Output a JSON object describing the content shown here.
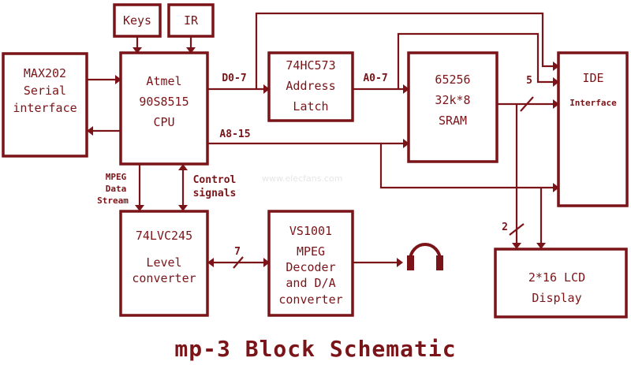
{
  "title": "mp-3 Block Schematic",
  "watermark": "www.elecfans.com",
  "blocks": {
    "keys": "Keys",
    "ir": "IR",
    "max202": [
      "MAX202",
      "Serial",
      "interface"
    ],
    "cpu": [
      "Atmel",
      "90S8515",
      "CPU"
    ],
    "latch": [
      "74HC573",
      "Address",
      "Latch"
    ],
    "sram": [
      "65256",
      "32k*8",
      "SRAM"
    ],
    "ide": [
      "IDE",
      "Interface"
    ],
    "level": [
      "74LVC245",
      "Level",
      "converter"
    ],
    "vs1001": [
      "VS1001",
      "MPEG",
      "Decoder",
      "and D/A",
      "converter"
    ],
    "lcd": [
      "2*16 LCD",
      "Display"
    ]
  },
  "bus_labels": {
    "d07": "D0-7",
    "a07": "A0-7",
    "a815": "A8-15",
    "five": "5",
    "two": "2",
    "seven": "7",
    "mpeg_stream": [
      "MPEG",
      "Data",
      "Stream"
    ],
    "control": [
      "Control",
      "signals"
    ]
  }
}
